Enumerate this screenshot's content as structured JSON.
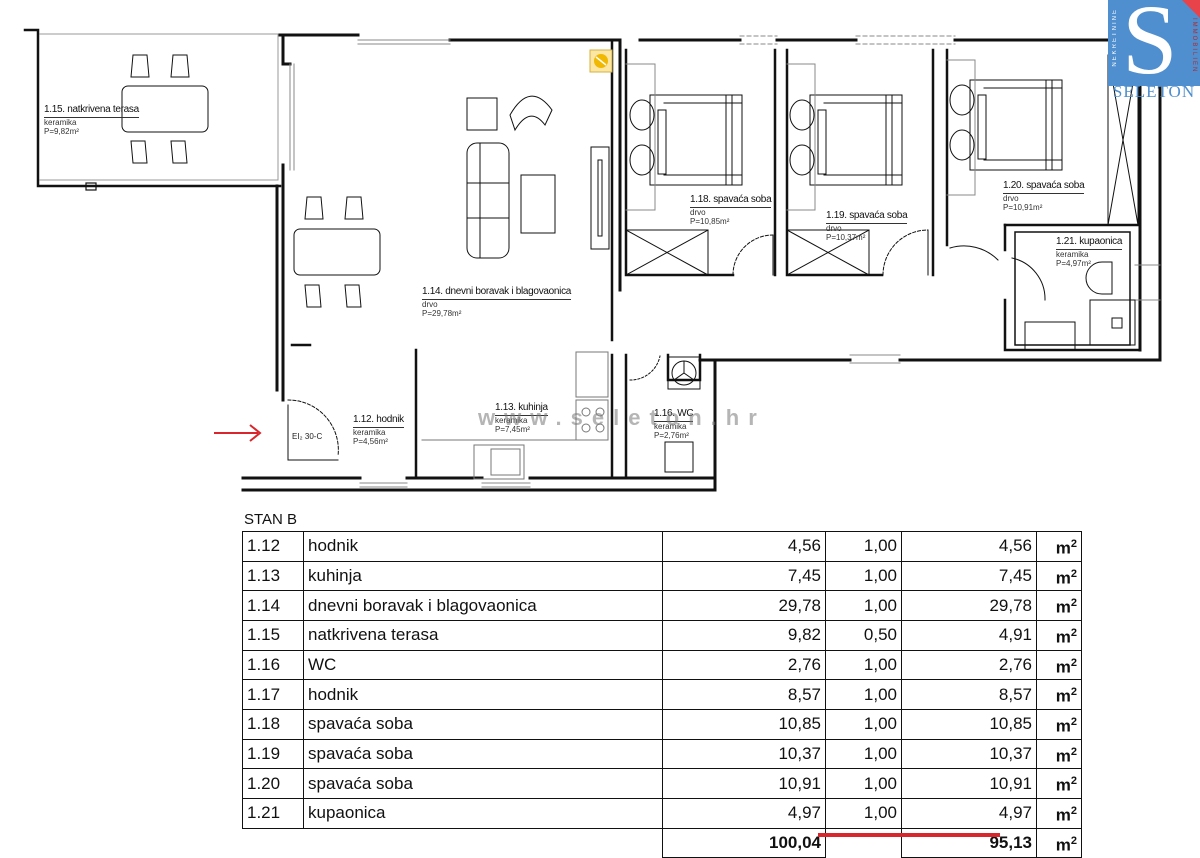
{
  "plan": {
    "title": "STAN B floor plan",
    "rooms": [
      {
        "id": "1.15",
        "name": "1.15. natkrivena terasa",
        "material": "keramika",
        "area": "P=9,82m²"
      },
      {
        "id": "1.14",
        "name": "1.14. dnevni boravak i blagovaonica",
        "material": "drvo",
        "area": "P=29,78m²"
      },
      {
        "id": "1.18",
        "name": "1.18. spavaća soba",
        "material": "drvo",
        "area": "P=10,85m²"
      },
      {
        "id": "1.19",
        "name": "1.19. spavaća soba",
        "material": "drvo",
        "area": "P=10,37m²"
      },
      {
        "id": "1.20",
        "name": "1.20. spavaća soba",
        "material": "drvo",
        "area": "P=10,91m²"
      },
      {
        "id": "1.21",
        "name": "1.21. kupaonica",
        "material": "keramika",
        "area": "P=4,97m²"
      },
      {
        "id": "1.12",
        "name": "1.12. hodnik",
        "material": "keramika",
        "area": "P=4,56m²"
      },
      {
        "id": "1.13",
        "name": "1.13. kuhinja",
        "material": "keramika",
        "area": "P=7,45m²"
      },
      {
        "id": "1.16",
        "name": "1.16. WC",
        "material": "keramika",
        "area": "P=2,76m²"
      }
    ],
    "entry_door_label": "EI₂ 30-C",
    "watermark": "www.seleton.hr",
    "accent_color": "#d8262c",
    "wall_color": "#111111"
  },
  "logo": {
    "letter": "S",
    "word": "SELETON",
    "left_vertical": "NEKRETNINE",
    "right_vertical": "IMMOBILIEN",
    "blue": "#4f8fcf",
    "red": "#e8424a"
  },
  "table": {
    "title": "STAN B",
    "unit": "m",
    "unit_exp": "2",
    "rows": [
      {
        "id": "1.12",
        "name": "hodnik",
        "area": "4,56",
        "coef": "1,00",
        "net": "4,56"
      },
      {
        "id": "1.13",
        "name": "kuhinja",
        "area": "7,45",
        "coef": "1,00",
        "net": "7,45"
      },
      {
        "id": "1.14",
        "name": "dnevni boravak i blagovaonica",
        "area": "29,78",
        "coef": "1,00",
        "net": "29,78"
      },
      {
        "id": "1.15",
        "name": "natkrivena terasa",
        "area": "9,82",
        "coef": "0,50",
        "net": "4,91"
      },
      {
        "id": "1.16",
        "name": "WC",
        "area": "2,76",
        "coef": "1,00",
        "net": "2,76"
      },
      {
        "id": "1.17",
        "name": "hodnik",
        "area": "8,57",
        "coef": "1,00",
        "net": "8,57"
      },
      {
        "id": "1.18",
        "name": "spavaća soba",
        "area": "10,85",
        "coef": "1,00",
        "net": "10,85"
      },
      {
        "id": "1.19",
        "name": "spavaća soba",
        "area": "10,37",
        "coef": "1,00",
        "net": "10,37"
      },
      {
        "id": "1.20",
        "name": "spavaća soba",
        "area": "10,91",
        "coef": "1,00",
        "net": "10,91"
      },
      {
        "id": "1.21",
        "name": "kupaonica",
        "area": "4,97",
        "coef": "1,00",
        "net": "4,97"
      }
    ],
    "total_area": "100,04",
    "total_net": "95,13"
  }
}
